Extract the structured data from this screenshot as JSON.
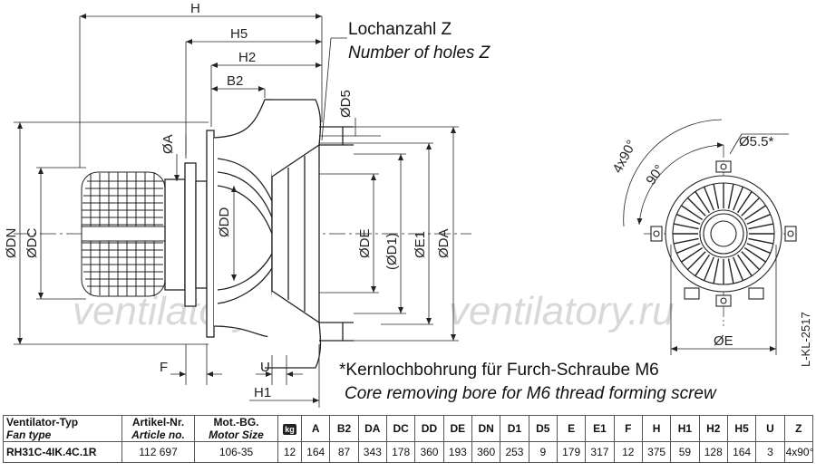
{
  "labels": {
    "H": "H",
    "H5": "H5",
    "H2": "H2",
    "B2": "B2",
    "D5": "ØD5",
    "A": "ØA",
    "DD": "ØDD",
    "DN": "ØDN",
    "DC": "ØDC",
    "DE": "ØDE",
    "D1": "(ØD1)",
    "E1": "ØE1",
    "DA": "ØDA",
    "F": "F",
    "U": "U",
    "H1": "H1",
    "holes_angle": "4x90°",
    "angle_90": "90°",
    "bore": "Ø5.5*",
    "E": "ØE",
    "drawing_no": "L-KL-2517"
  },
  "notes": {
    "holes_de": "Lochanzahl Z",
    "holes_en": "Number of holes Z",
    "bore_de": "*Kernlochbohrung für Furch-Schraube M6",
    "bore_en": "Core removing bore for M6 thread  forming screw"
  },
  "watermark": [
    "ventilatory.ru",
    "ventilatory.ru"
  ],
  "table": {
    "type_de": "Ventilator-Typ",
    "type_en": "Fan type",
    "art_de": "Artikel-Nr.",
    "art_en": "Article no.",
    "mot_de": "Mot.-BG.",
    "mot_en": "Motor Size",
    "kg": "kg",
    "cols": [
      "A",
      "B2",
      "DA",
      "DC",
      "DD",
      "DE",
      "DN",
      "D1",
      "D5",
      "E",
      "E1",
      "F",
      "H",
      "H1",
      "H2",
      "H5",
      "U",
      "Z"
    ],
    "row": {
      "type": "RH31C-4IK.4C.1R",
      "article": "112 697",
      "motor": "106-35",
      "weight": "12",
      "values": [
        "164",
        "87",
        "343",
        "178",
        "360",
        "193",
        "360",
        "253",
        "9",
        "179",
        "317",
        "12",
        "375",
        "59",
        "128",
        "164",
        "3",
        "4x90°"
      ]
    }
  }
}
